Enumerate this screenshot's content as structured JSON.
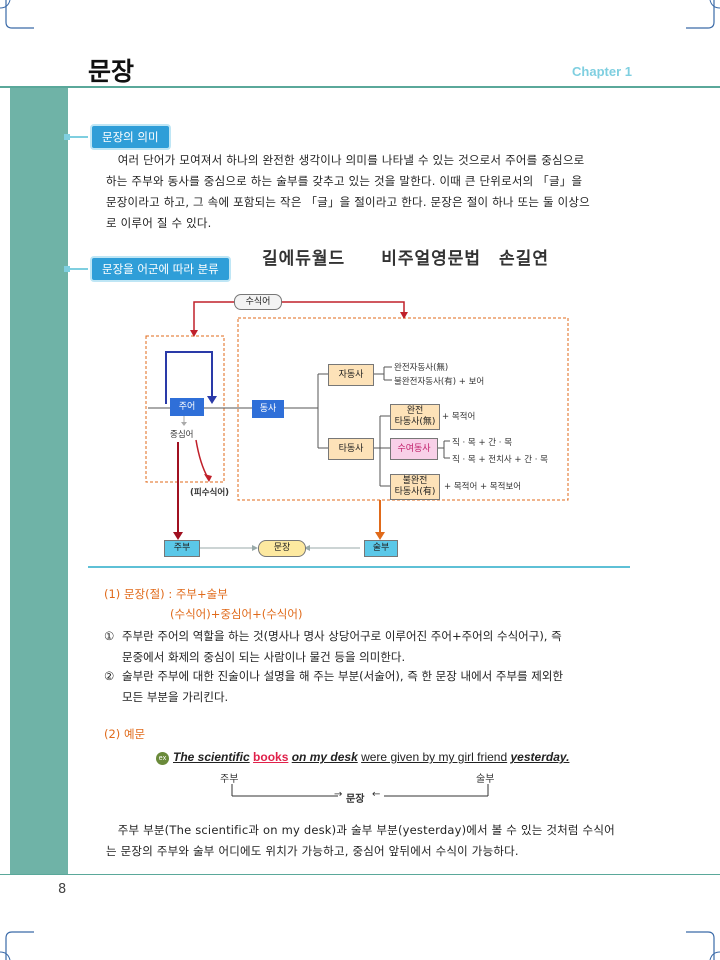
{
  "header": {
    "title": "문장",
    "chapter": "Chapter 1"
  },
  "section1": {
    "label": "문장의 의미",
    "lines": [
      "　여러 단어가 모여져서 하나의 완전한 생각이나 의미를 나타낼 수 있는 것으로서 주어를 중심으로",
      "하는 주부와 동사를 중심으로 하는 술부를 갖추고 있는 것을 말한다. 이때 큰 단위로서의 「글」을",
      "문장이라고 하고, 그 속에 포함되는 작은 「글」을 절이라고 한다. 문장은 절이 하나 또는 둘 이상으",
      "로 이루어 질 수 있다."
    ]
  },
  "section2": {
    "label": "문장을 어군에 따라 분류",
    "banner": "길에듀월드　　비주얼영문법　손길연"
  },
  "diagram": {
    "modifier_top": "수식어",
    "subject": "주어",
    "center_word": "중심어",
    "modified": "(피수식어)",
    "verb": "동사",
    "intransitive": "자동사",
    "intrans_complete": "완전자동사(無)",
    "intrans_incomplete": "불완전자동사(有) + 보어",
    "transitive": "타동사",
    "trans_complete_1": "완전",
    "trans_complete_2": "타동사(無)",
    "trans_complete_obj": "+ 목적어",
    "dative": "수여동사",
    "dative_1": "직 · 목 + 간 · 목",
    "dative_2": "직 · 목 + 전치사 + 간 · 목",
    "trans_incomplete_1": "불완전",
    "trans_incomplete_2": "타동사(有)",
    "trans_incomplete_obj": "+ 목적어 + 목적보어",
    "subject_part": "주부",
    "sentence": "문장",
    "predicate_part": "술부"
  },
  "points": {
    "p1_line1": "(1) 문장(절) : 주부+술부",
    "p1_line2": "(수식어)+중심어+(수식어)",
    "item1_num": "①",
    "item1_lines": [
      "주부란 주어의 역할을 하는 것(명사나 명사 상당어구로 이루어진 주어+주어의 수식어구), 즉",
      "문중에서 화제의 중심이 되는 사람이나 물건 등을 의미한다."
    ],
    "item2_num": "②",
    "item2_lines": [
      "술부란 주부에 대한 진술이나 설명을 해 주는 부분(서술어), 즉 한 문장 내에서 주부를 제외한",
      "모든 부분을 가리킨다."
    ],
    "p2": "(2) 예문"
  },
  "example": {
    "badge": "ex",
    "w1": "The scientific",
    "w2": "books",
    "w3": "on my desk",
    "w4": "were given by my girl friend",
    "w5": "yesterday.",
    "subject_label": "주부",
    "predicate_label": "술부",
    "sentence_label": "문장",
    "arrow_right": "→",
    "arrow_left": "←"
  },
  "closing": {
    "lines": [
      "　주부 부분(The scientific과 on my desk)과 술부 부분(yesterday)에서 볼 수 있는 것처럼 수식어",
      "는 문장의 주부와 술부 어디에도 위치가 가능하고, 중심어 앞뒤에서 수식이 가능하다."
    ]
  },
  "footer": {
    "page": "8"
  },
  "colors": {
    "accent": "#6fb3a7",
    "pill": "#2f9ed8",
    "orange": "#e06a1a",
    "red_arrow": "#c0202a"
  }
}
